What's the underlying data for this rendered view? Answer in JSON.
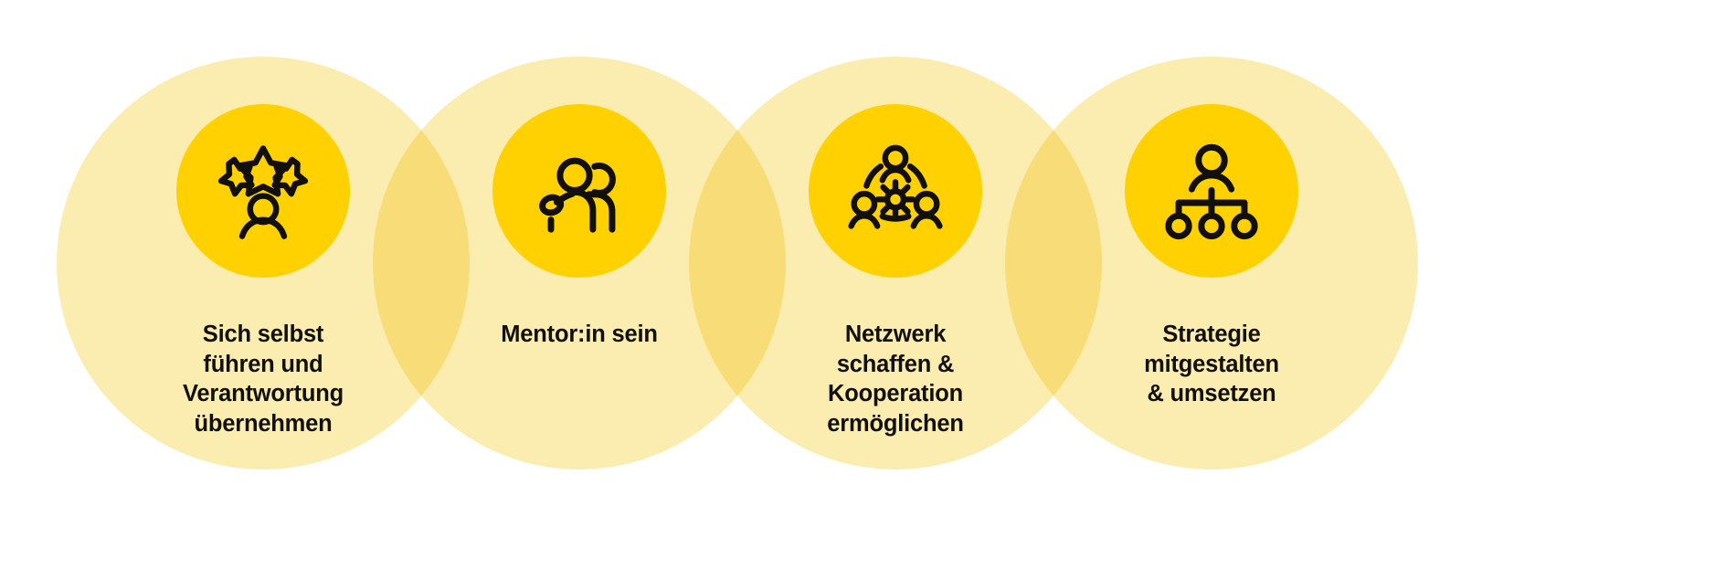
{
  "graphic": {
    "type": "overlapping-circles-infographic",
    "background_color": "#ffffff",
    "halo_color": "#fbedaf",
    "halo_overlap_color": "#f8e279",
    "accent_color": "#ffd100",
    "icon_color": "#12100d",
    "text_color": "#12100d",
    "circle_count": 4
  },
  "items": [
    {
      "id": "selbstfuehrung",
      "icon": "person-with-stars-icon",
      "caption": "Sich selbst\nführen und\nVerantwortung\nübernehmen",
      "caption_lines": [
        "Sich selbst",
        "führen und",
        "Verantwortung",
        "übernehmen"
      ]
    },
    {
      "id": "mentoring",
      "icon": "two-people-mentor-icon",
      "caption": "Mentor:in sein",
      "caption_lines": [
        "Mentor:in sein"
      ]
    },
    {
      "id": "netzwerk",
      "icon": "network-team-gear-icon",
      "caption": "Netzwerk\nschaffen &\nKooperation\nermöglichen",
      "caption_lines": [
        "Netzwerk",
        "schaffen &",
        "Kooperation",
        "ermöglichen"
      ]
    },
    {
      "id": "strategie",
      "icon": "org-chart-hierarchy-icon",
      "caption": "Strategie\nmitgestalten\n& umsetzen",
      "caption_lines": [
        "Strategie",
        "mitgestalten",
        "& umsetzen"
      ]
    }
  ]
}
